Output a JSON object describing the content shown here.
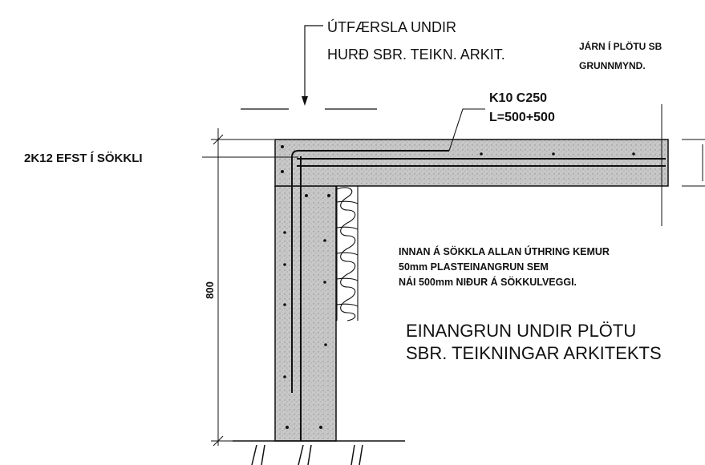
{
  "annotations": {
    "door_note_line1": "ÚTFÆRSLA UNDIR",
    "door_note_line2": "HURÐ SBR. TEIKN. ARKIT.",
    "slab_rebar_line1": "JÁRN Í PLÖTU SB",
    "slab_rebar_line2": "GRUNNMYND.",
    "rebar_line1": "K10 C250",
    "rebar_line2": "L=500+500",
    "top_bars": "2K12 EFST Í SÖKKLI",
    "insulation_line1": "INNAN Á SÖKKLA ALLAN ÚTHRING KEMUR",
    "insulation_line2": "50mm PLASTEINANGRUN SEM",
    "insulation_line3": "NÁI 500mm NIÐUR Á SÖKKULVEGGI.",
    "underslab_line1": "EINANGRUN UNDIR PLÖTU",
    "underslab_line2": "SBR. TEIKNINGAR ARKITEKTS"
  },
  "dimensions": {
    "height": "800"
  },
  "colors": {
    "line": "#111111",
    "concrete": "#c9c9c9"
  }
}
